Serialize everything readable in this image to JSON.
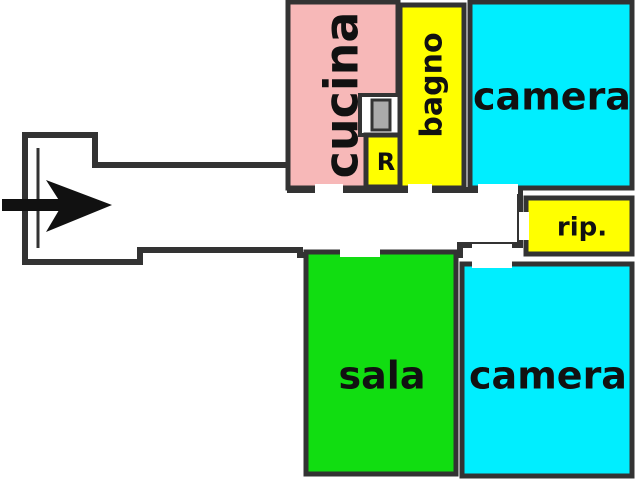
{
  "rooms": {
    "cucina": {
      "label": "cucina",
      "color": "#f7b8b8"
    },
    "bagno": {
      "label": "bagno",
      "color": "#ffff00"
    },
    "camera_top": {
      "label": "camera",
      "color": "#00eeff"
    },
    "ripostiglio": {
      "label": "rip.",
      "color": "#ffff00"
    },
    "sala": {
      "label": "sala",
      "color": "#11dd11"
    },
    "camera_bottom": {
      "label": "camera",
      "color": "#00eeff"
    },
    "r": {
      "label": "R",
      "color": "#ffff00"
    }
  },
  "colors": {
    "wall": "#333333",
    "floor": "#ffffff",
    "arrow": "#111111"
  },
  "icons": {
    "entrance": "arrow-right-icon"
  }
}
